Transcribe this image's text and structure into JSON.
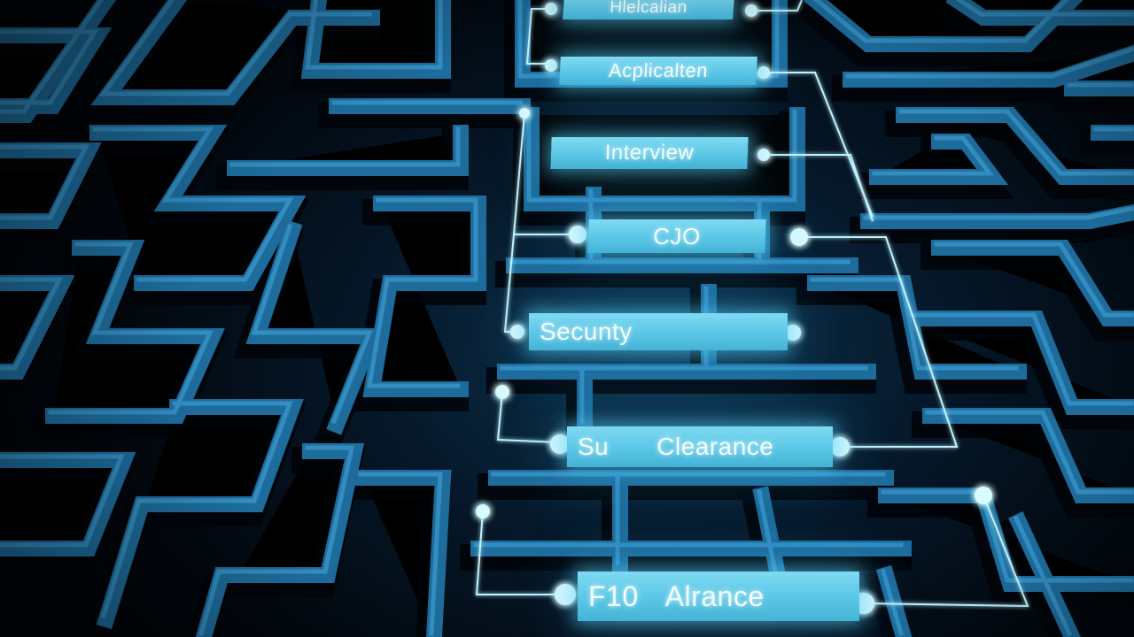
{
  "steps": [
    {
      "id": "step1",
      "text": "Hlelcalian"
    },
    {
      "id": "step2",
      "text": "Acplicalten"
    },
    {
      "id": "step3",
      "text": "Interview"
    },
    {
      "id": "step4",
      "text": "CJO"
    },
    {
      "id": "step5",
      "text": "Secunty"
    },
    {
      "id": "step6",
      "prefix": "Su",
      "text": "Clearance"
    },
    {
      "id": "step7",
      "prefix": "F10",
      "text": "Alrance"
    }
  ],
  "colors": {
    "background": "#02070d",
    "maze_wall": "#1d6c9c",
    "glow": "#bdf3ff",
    "label": "#5ac6e6"
  }
}
